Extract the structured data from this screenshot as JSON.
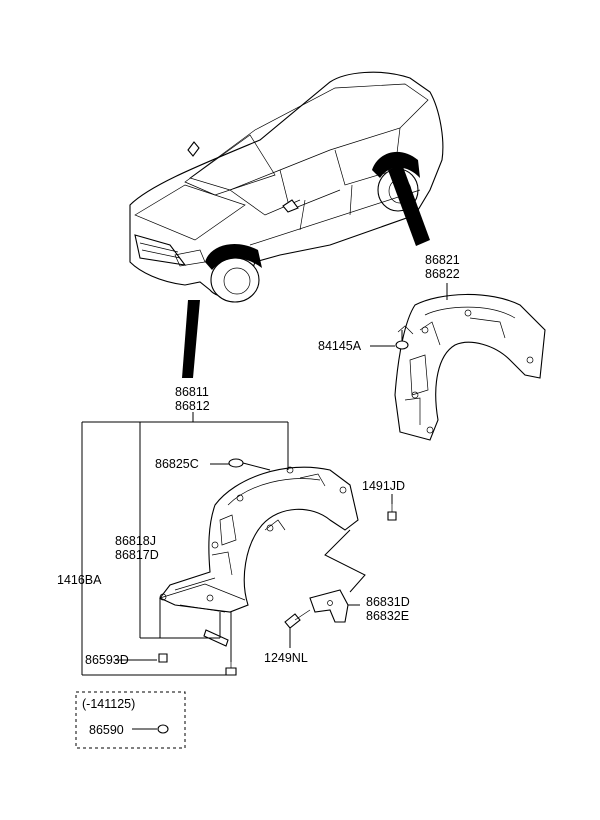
{
  "labels": {
    "rear_liner_l1": "86821",
    "rear_liner_l2": "86822",
    "rear_nut": "84145A",
    "front_liner_l1": "86811",
    "front_liner_l2": "86812",
    "clip_c": "86825C",
    "bolt_jd": "1491JD",
    "sub_j": "86818J",
    "sub_d": "86817D",
    "left_group": "1416BA",
    "bracket_d": "86831D",
    "bracket_e": "86832E",
    "screw_d": "86593D",
    "screw_nl": "1249NL",
    "note_date": "(-141125)",
    "note_part": "86590"
  }
}
